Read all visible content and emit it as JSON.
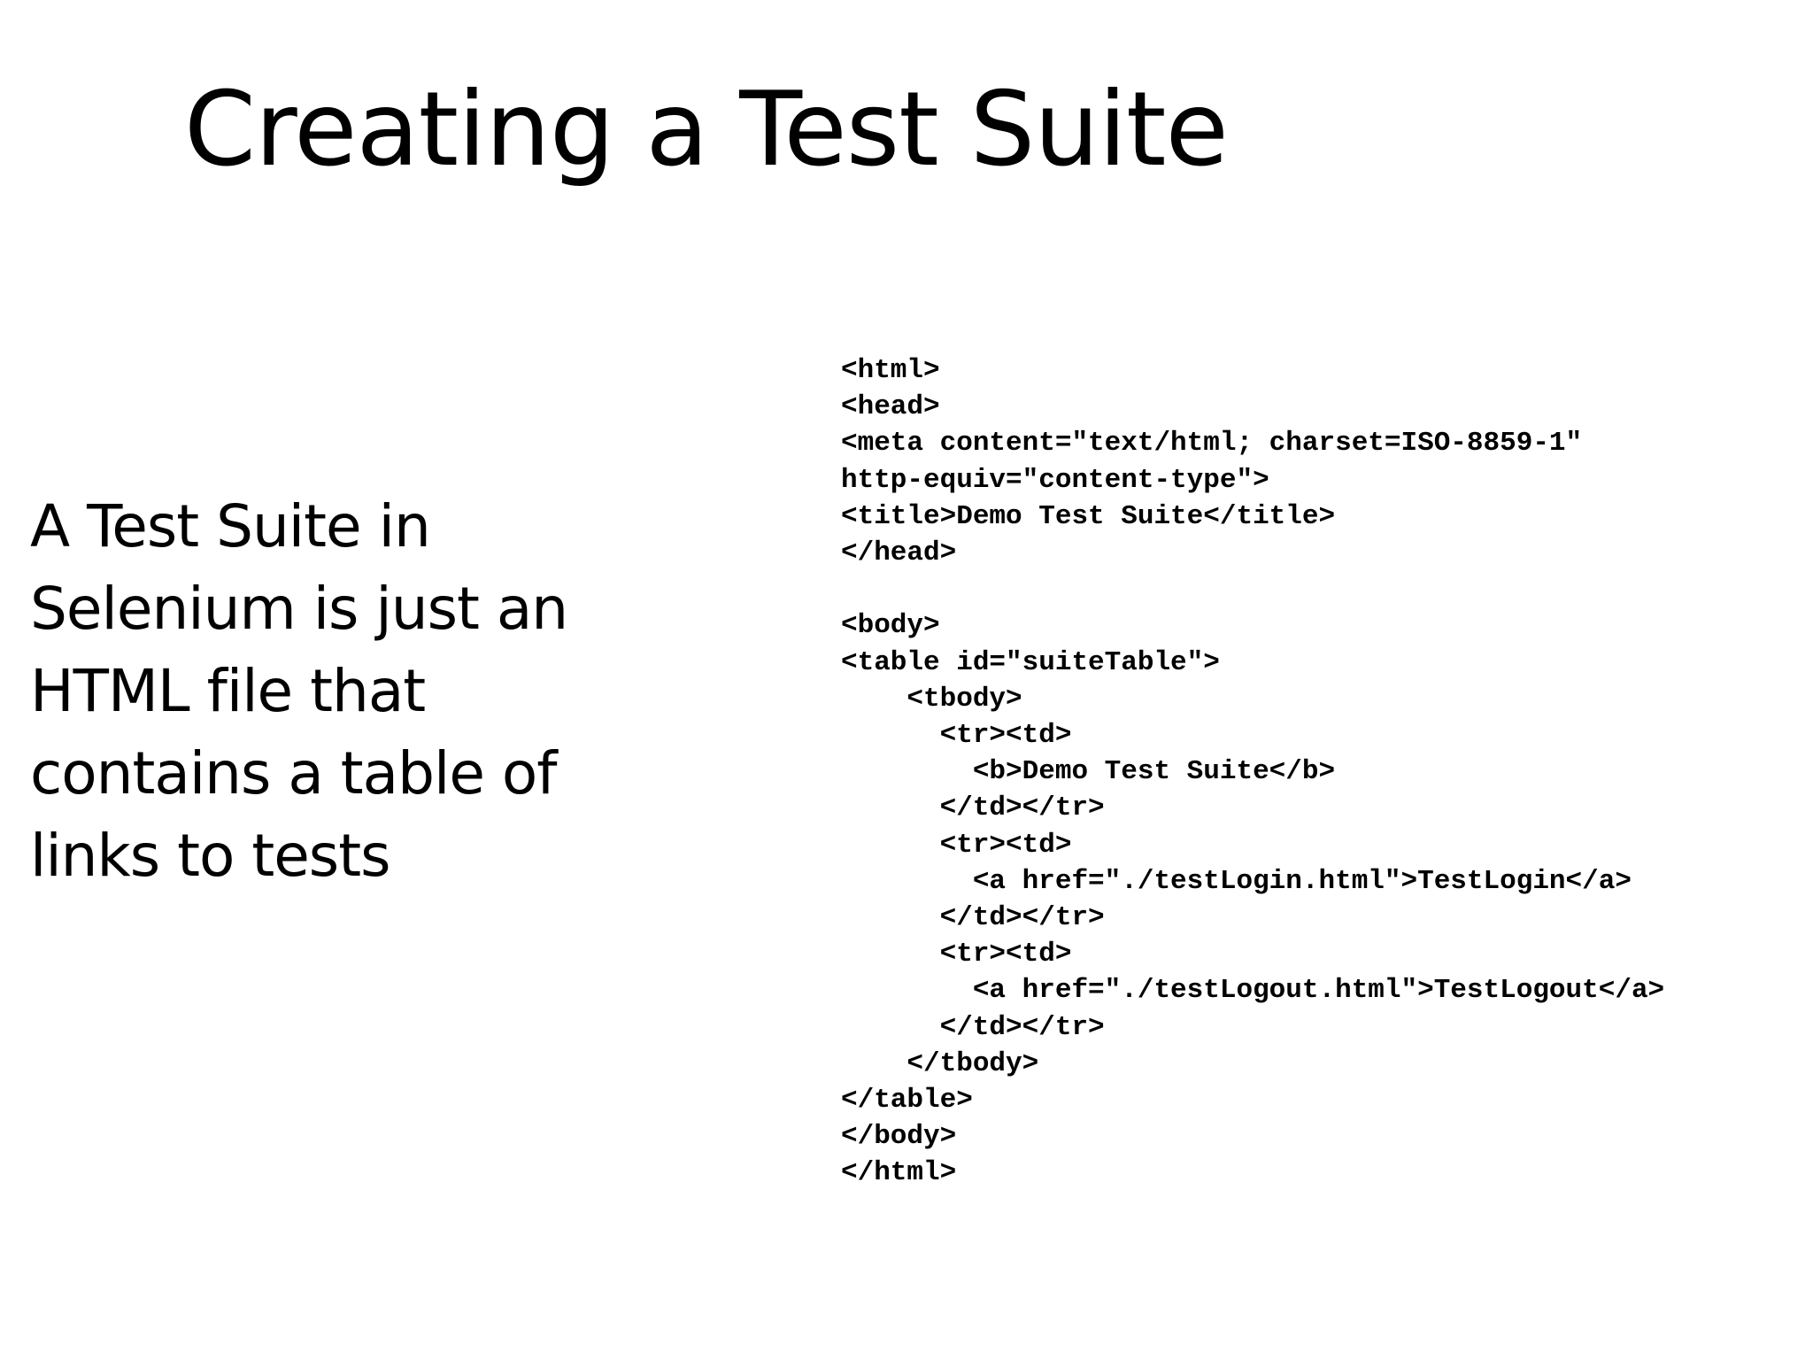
{
  "slide": {
    "title": "Creating a Test Suite",
    "body_lines": [
      "A Test Suite in",
      "Selenium is just an",
      "HTML file that",
      "contains a table of",
      "links to tests"
    ],
    "code_lines": [
      "<html>",
      "<head>",
      "<meta content=\"text/html; charset=ISO-8859-1\"",
      "http-equiv=\"content-type\">",
      "<title>Demo Test Suite</title>",
      "</head>",
      "",
      "<body>",
      "<table id=\"suiteTable\">",
      "    <tbody>",
      "      <tr><td>",
      "        <b>Demo Test Suite</b>",
      "      </td></tr>",
      "      <tr><td>",
      "        <a href=\"./testLogin.html\">TestLogin</a>",
      "      </td></tr>",
      "      <tr><td>",
      "        <a href=\"./testLogout.html\">TestLogout</a>",
      "      </td></tr>",
      "    </tbody>",
      "</table>",
      "</body>",
      "</html>"
    ]
  }
}
